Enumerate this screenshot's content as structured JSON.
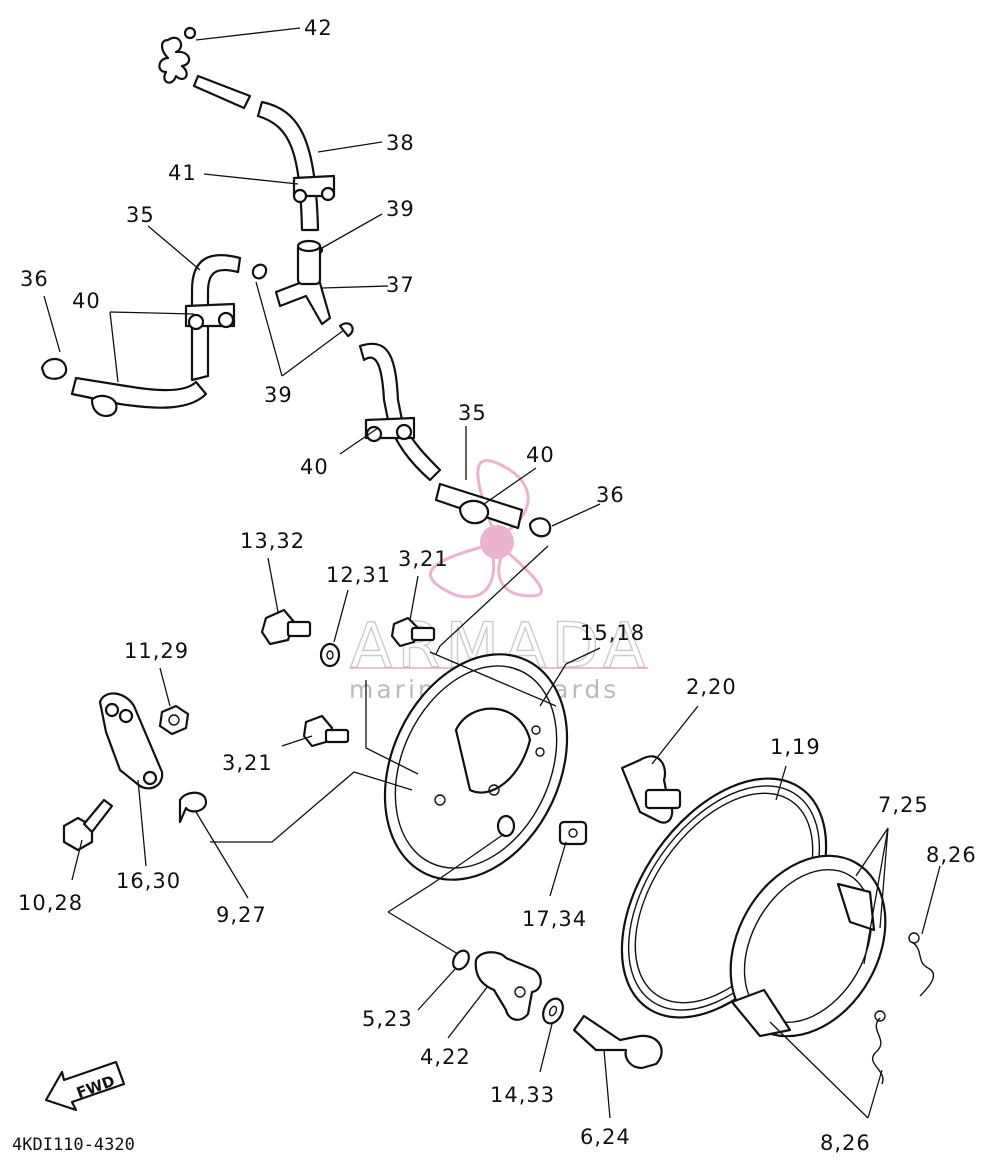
{
  "watermark": {
    "title": "ARMADA",
    "subtitle": "marine outboards",
    "logo_color": "#e8a6c8",
    "logo_icon": "propeller-icon"
  },
  "drawing_code": "4KDI110-4320",
  "fwd_label": "FWD",
  "callouts": [
    "42",
    "38",
    "41",
    "39",
    "37",
    "35",
    "36",
    "40",
    "39",
    "40",
    "35",
    "40",
    "36",
    "13,32",
    "12,31",
    "3,21",
    "15,18",
    "11,29",
    "3,21",
    "2,20",
    "1,19",
    "7,25",
    "16,30",
    "10,28",
    "9,27",
    "17,34",
    "8,26",
    "5,23",
    "4,22",
    "14,33",
    "6,24",
    "8,26"
  ]
}
